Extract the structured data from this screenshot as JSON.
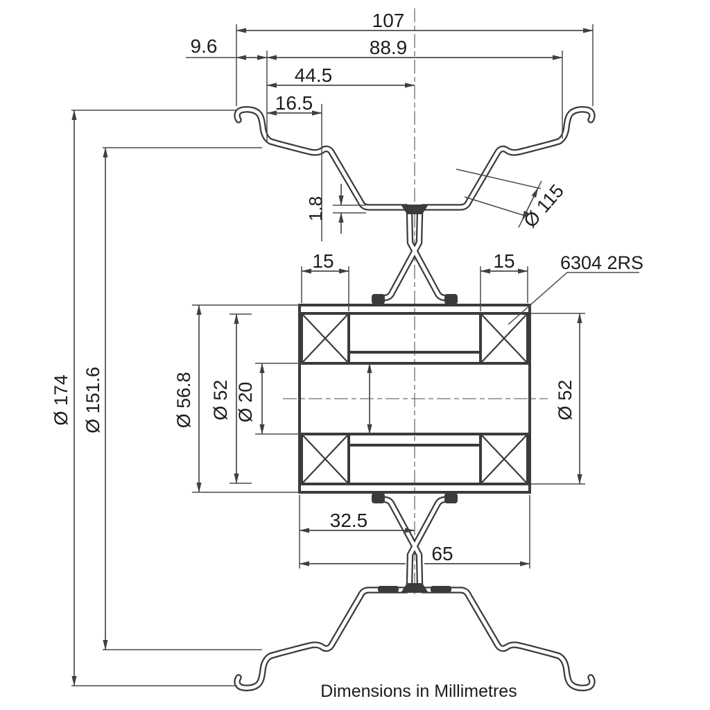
{
  "drawing": {
    "units_note": "Dimensions in Millimetres",
    "bearing": {
      "designation": "6304 2RS"
    },
    "labels": {
      "overall_width": "107",
      "rim_width": "88.9",
      "center_offset": "44.5",
      "flange_depth": "16.5",
      "lip_offset": "9.6",
      "sheet_thickness": "1.8",
      "outer_diameter": "Ø 174",
      "bead_seat_diameter": "Ø 151.6",
      "well_diameter": "Ø 115",
      "hub_outer_diameter": "Ø 56.8",
      "bearing_od_left": "Ø 52",
      "bearing_od_right": "Ø 52",
      "bore_diameter": "Ø 20",
      "bearing_width_left": "15",
      "bearing_width_right": "15",
      "hub_half_width": "32.5",
      "hub_width": "65"
    },
    "colors": {
      "profile_line": "#3b3b3b",
      "dimension_line": "#4a4a4a",
      "text": "#1c1c1c",
      "background": "#ffffff"
    }
  }
}
